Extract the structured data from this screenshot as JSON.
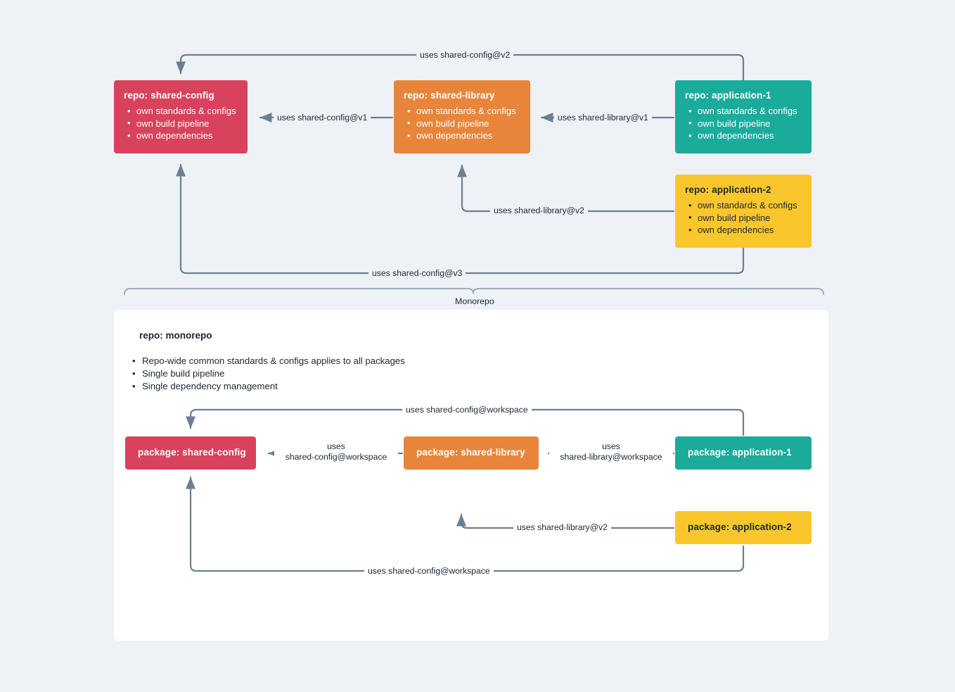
{
  "canvas": {
    "background_color": "#eef2f7",
    "panel_color": "#ffffff",
    "wire_color": "#6b7f93"
  },
  "palette": {
    "red": "#d8425c",
    "orange": "#e8853a",
    "teal": "#1aab9b",
    "yellow": "#f9c72c"
  },
  "polyrepo": {
    "brace_label": "Monorepo",
    "nodes": [
      {
        "id": "repo-shared-config",
        "title": "repo: shared-config",
        "color": "#d8425c",
        "text": "light",
        "bullets": [
          "own standards & configs",
          "own build pipeline",
          "own dependencies"
        ]
      },
      {
        "id": "repo-shared-library",
        "title": "repo: shared-library",
        "color": "#e8853a",
        "text": "light",
        "bullets": [
          "own standards & configs",
          "own build pipeline",
          "own dependencies"
        ]
      },
      {
        "id": "repo-application-1",
        "title": "repo: application-1",
        "color": "#1aab9b",
        "text": "light",
        "bullets": [
          "own standards & configs",
          "own build pipeline",
          "own dependencies"
        ]
      },
      {
        "id": "repo-application-2",
        "title": "repo: application-2",
        "color": "#f9c72c",
        "text": "dark",
        "bullets": [
          "own standards & configs",
          "own build pipeline",
          "own dependencies"
        ]
      }
    ],
    "edges": [
      {
        "id": "lib-to-config-v1",
        "label": "uses shared-config@v1",
        "from": "repo-shared-library",
        "to": "repo-shared-config"
      },
      {
        "id": "app1-to-lib-v1",
        "label": "uses shared-library@v1",
        "from": "repo-application-1",
        "to": "repo-shared-library"
      },
      {
        "id": "app1-to-config-v2",
        "label": "uses shared-config@v2",
        "from": "repo-application-1",
        "to": "repo-shared-config"
      },
      {
        "id": "app2-to-lib-v2",
        "label": "uses shared-library@v2",
        "from": "repo-application-2",
        "to": "repo-shared-library"
      },
      {
        "id": "app2-to-config-v3",
        "label": "uses shared-config@v3",
        "from": "repo-application-2",
        "to": "repo-shared-config"
      }
    ]
  },
  "monorepo": {
    "heading": "repo: monorepo",
    "bullets": [
      "Repo-wide common standards & configs applies to all packages",
      "Single build pipeline",
      "Single dependency management"
    ],
    "nodes": [
      {
        "id": "pkg-shared-config",
        "title": "package: shared-config",
        "color": "#d8425c",
        "text": "light"
      },
      {
        "id": "pkg-shared-library",
        "title": "package: shared-library",
        "color": "#e8853a",
        "text": "light"
      },
      {
        "id": "pkg-application-1",
        "title": "package: application-1",
        "color": "#1aab9b",
        "text": "light"
      },
      {
        "id": "pkg-application-2",
        "title": "package: application-2",
        "color": "#f9c72c",
        "text": "dark"
      }
    ],
    "edges": [
      {
        "id": "pkg-lib-to-config",
        "label_line1": "uses",
        "label_line2": "shared-config@workspace",
        "from": "pkg-shared-library",
        "to": "pkg-shared-config"
      },
      {
        "id": "pkg-app1-to-lib",
        "label_line1": "uses",
        "label_line2": "shared-library@workspace",
        "from": "pkg-application-1",
        "to": "pkg-shared-library"
      },
      {
        "id": "pkg-app1-to-config",
        "label": "uses shared-config@workspace",
        "from": "pkg-application-1",
        "to": "pkg-shared-config"
      },
      {
        "id": "pkg-app2-to-lib",
        "label": "uses shared-library@v2",
        "from": "pkg-application-2",
        "to": "pkg-shared-library"
      },
      {
        "id": "pkg-app2-to-config",
        "label": "uses shared-config@workspace",
        "from": "pkg-application-2",
        "to": "pkg-shared-config"
      }
    ]
  }
}
